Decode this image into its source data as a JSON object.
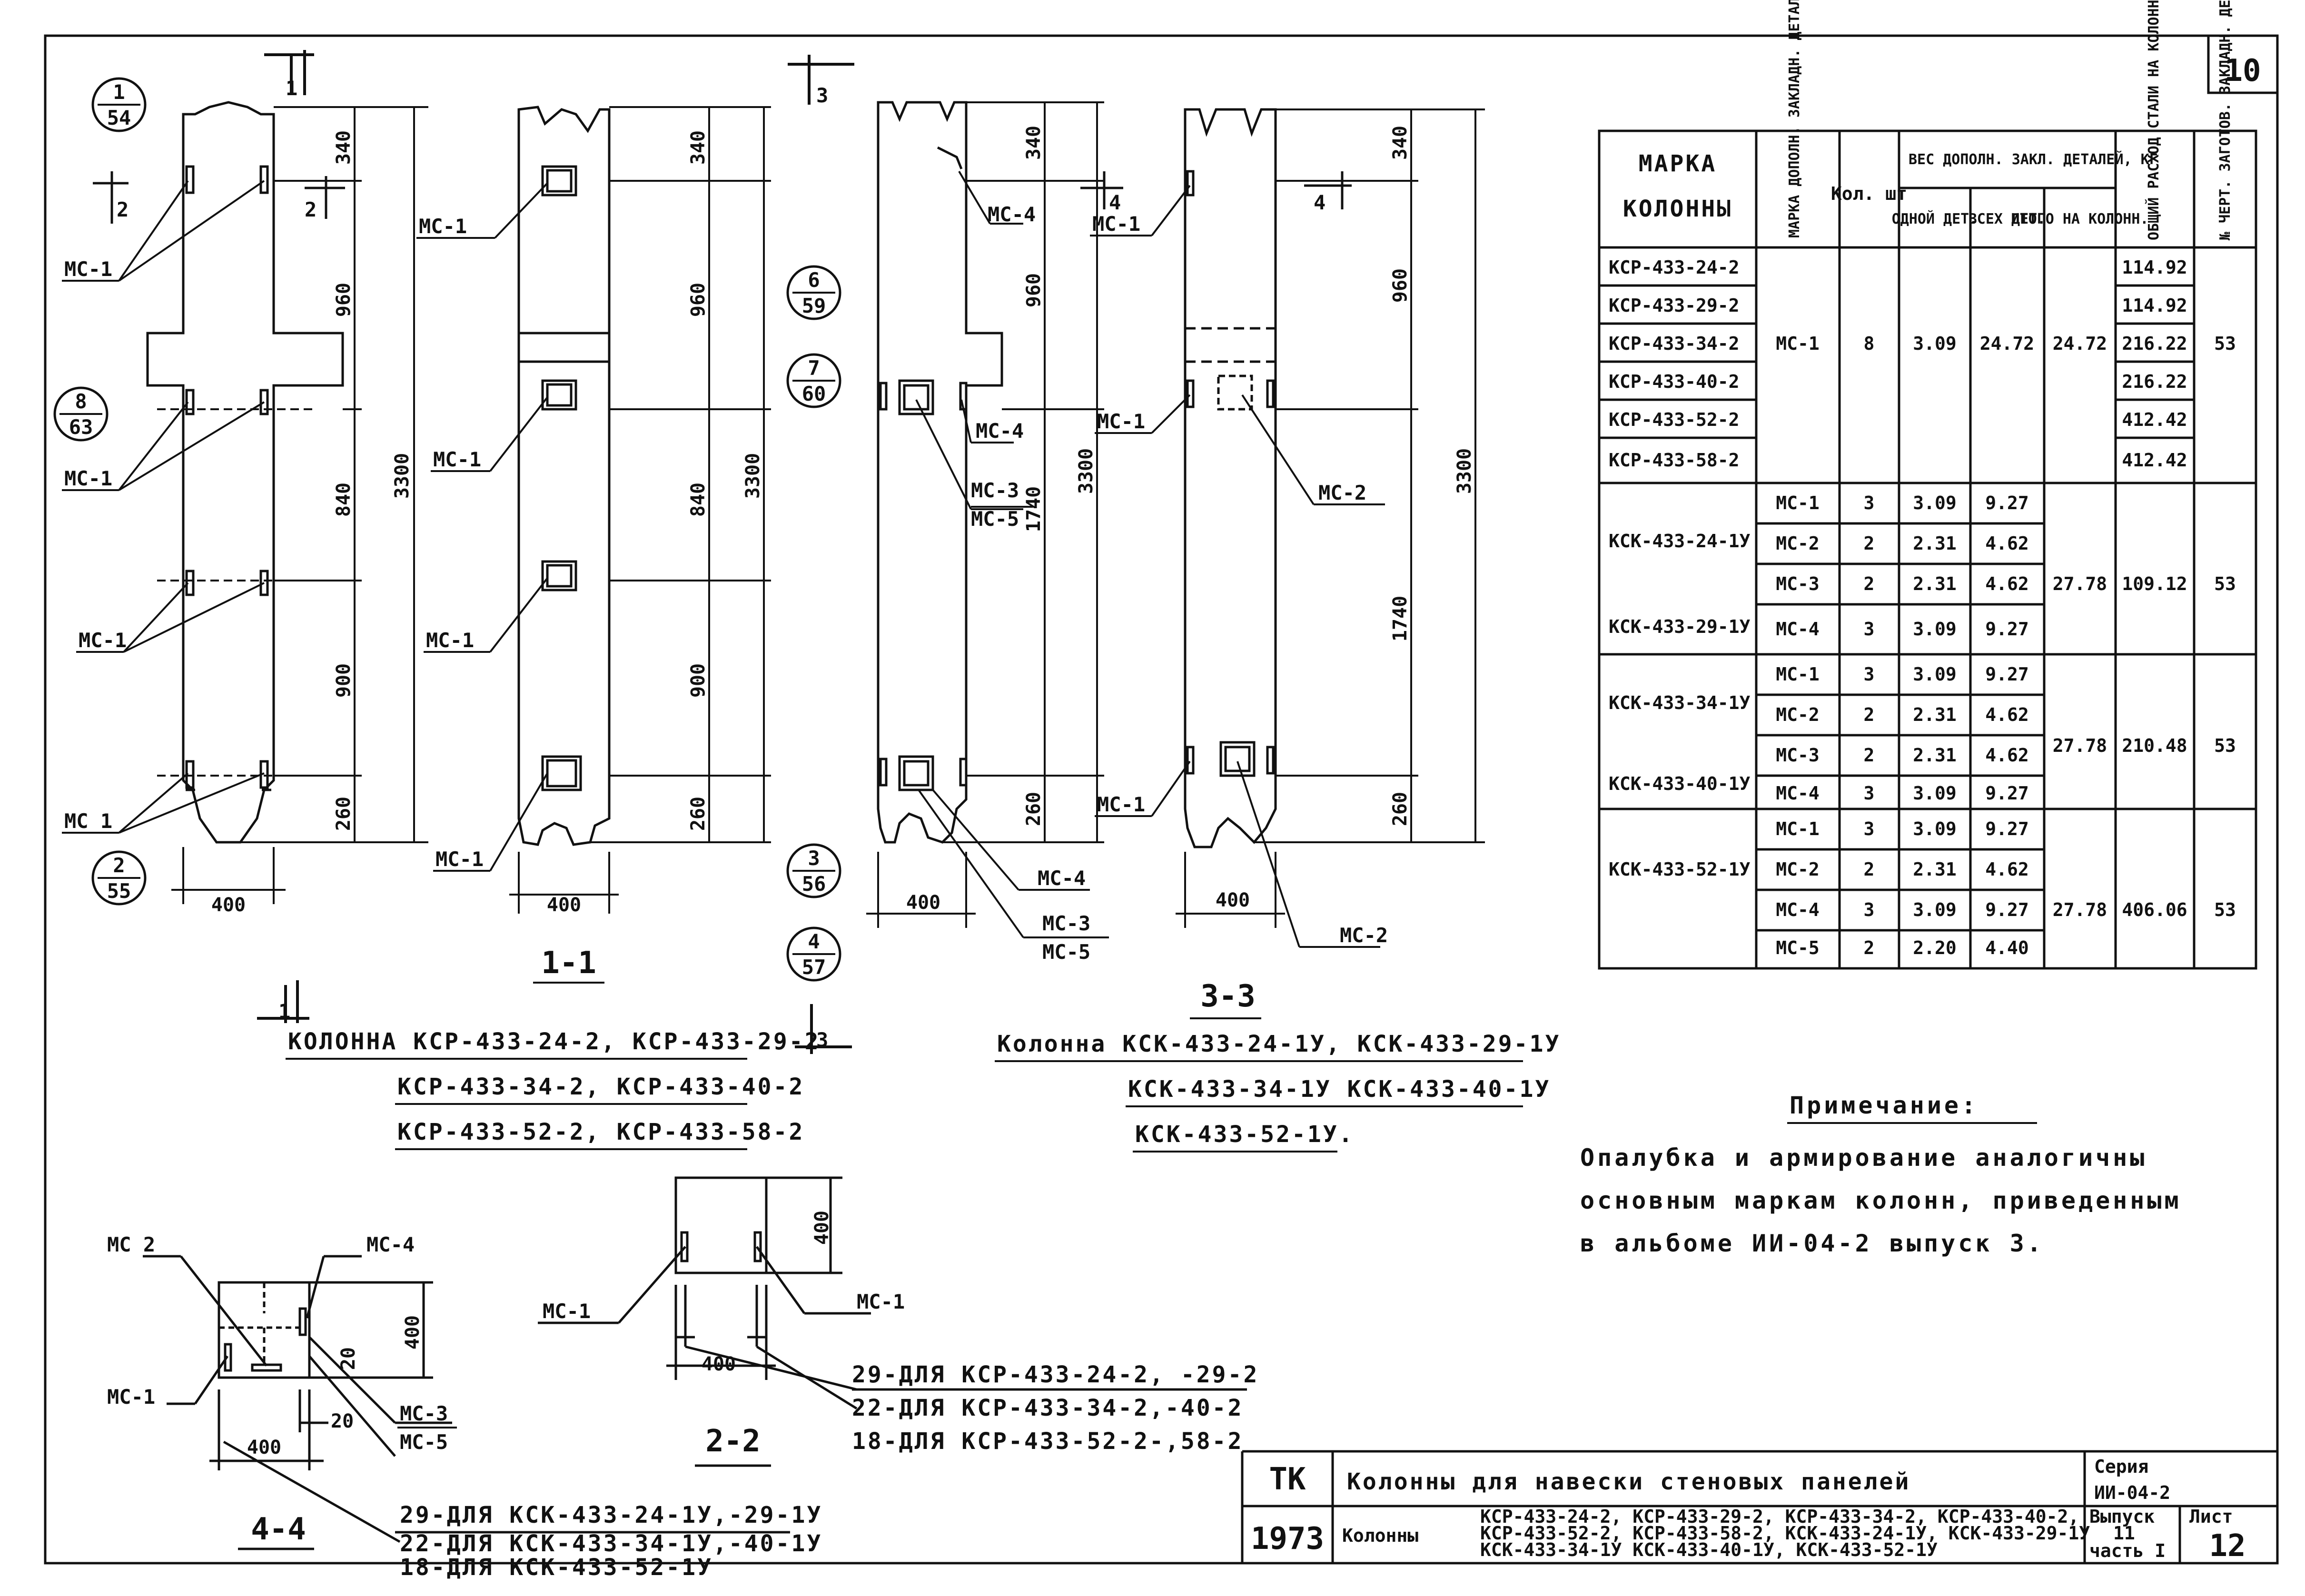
{
  "sheet_number": "10",
  "callouts": {
    "c1": {
      "top": "1",
      "bottom": "54"
    },
    "c2": {
      "top": "8",
      "bottom": "63"
    },
    "c3": {
      "top": "2",
      "bottom": "55"
    },
    "c4": {
      "top": "6",
      "bottom": "59"
    },
    "c5": {
      "top": "7",
      "bottom": "60"
    },
    "c6": {
      "top": "3",
      "bottom": "56"
    },
    "c7": {
      "top": "4",
      "bottom": "57"
    }
  },
  "marks": {
    "mc1": "МС-1",
    "mc1_alt": "МС 1",
    "mc2": "МС-2",
    "mc2_alt": "МС 2",
    "mc3": "МС-3",
    "mc4": "МС-4",
    "mc5": "МС-5"
  },
  "section_marks": {
    "s1": "1",
    "s2": "2",
    "s3": "3",
    "s4": "4"
  },
  "dims": {
    "d340": "340",
    "d960": "960",
    "d840": "840",
    "d900": "900",
    "d260": "260",
    "d1740": "1740",
    "d3300": "3300",
    "d400": "400",
    "d20": "20"
  },
  "section_titles": {
    "s11": "1-1",
    "s22": "2-2",
    "s33": "3-3",
    "s44": "4-4"
  },
  "captions": {
    "c1_line1": "КОЛОННА КСР-433-24-2, КСР-433-29-2",
    "c1_line2": "КСР-433-34-2, КСР-433-40-2",
    "c1_line3": "КСР-433-52-2, КСР-433-58-2",
    "c3_line1": "Колонна КСК-433-24-1У, КСК-433-29-1У",
    "c3_line2": "КСК-433-34-1У КСК-433-40-1У",
    "c3_line3": "КСК-433-52-1У."
  },
  "notes_22": {
    "l1": "29-ДЛЯ КСР-433-24-2, -29-2",
    "l2": "22-ДЛЯ КСР-433-34-2,-40-2",
    "l3": "18-ДЛЯ КСР-433-52-2-,58-2"
  },
  "notes_44": {
    "l1": "29-ДЛЯ КСК-433-24-1У,-29-1У",
    "l2": "22-ДЛЯ КСК-433-34-1У,-40-1У",
    "l3": "18-ДЛЯ КСК-433-52-1У"
  },
  "table": {
    "headers": {
      "mark_line1": "МАРКА",
      "mark_line2": "КОЛОННЫ",
      "addl_part": "МАРКА ДОПОЛН. ЗАКЛАДН. ДЕТАЛИ",
      "qty": "Кол. шт",
      "weight_group": "ВЕС ДОПОЛН. ЗАКЛ. ДЕТАЛЕЙ, КГ",
      "one_part": "ОДНОЙ ДЕТ.",
      "all_parts": "ВСЕХ ДЕТ.",
      "total_col": "ИТОГО НА КОЛОНН.",
      "steel_use": "ОБЩИЙ РАСХОД СТАЛИ НА КОЛОННУ",
      "drawing_no": "№ ЧЕРТ. ЗАГОТОВ. ЗАКЛАДН. ДЕТАЛИ"
    },
    "group1": {
      "columns": [
        "КСР-433-24-2",
        "КСР-433-29-2",
        "КСР-433-34-2",
        "КСР-433-40-2",
        "КСР-433-52-2",
        "КСР-433-58-2"
      ],
      "part": "МС-1",
      "qty": "8",
      "one": "3.09",
      "all": "24.72",
      "total": "24.72",
      "steel": [
        "114.92",
        "114.92",
        "216.22",
        "216.22",
        "412.42",
        "412.42"
      ],
      "drawing": "53"
    },
    "group2": {
      "col_a": "КСК-433-24-1У",
      "col_b": "КСК-433-29-1У",
      "rows": [
        {
          "part": "МС-1",
          "qty": "3",
          "one": "3.09",
          "all": "9.27"
        },
        {
          "part": "МС-2",
          "qty": "2",
          "one": "2.31",
          "all": "4.62"
        },
        {
          "part": "МС-3",
          "qty": "2",
          "one": "2.31",
          "all": "4.62"
        },
        {
          "part": "МС-4",
          "qty": "3",
          "one": "3.09",
          "all": "9.27"
        }
      ],
      "total": "27.78",
      "steel": "109.12",
      "drawing": "53"
    },
    "group3": {
      "col_a": "КСК-433-34-1У",
      "col_b": "КСК-433-40-1У",
      "rows": [
        {
          "part": "МС-1",
          "qty": "3",
          "one": "3.09",
          "all": "9.27"
        },
        {
          "part": "МС-2",
          "qty": "2",
          "one": "2.31",
          "all": "4.62"
        },
        {
          "part": "МС-3",
          "qty": "2",
          "one": "2.31",
          "all": "4.62"
        },
        {
          "part": "МС-4",
          "qty": "3",
          "one": "3.09",
          "all": "9.27"
        }
      ],
      "total": "27.78",
      "steel": "210.48",
      "drawing": "53"
    },
    "group4": {
      "col_a": "КСК-433-52-1У",
      "rows": [
        {
          "part": "МС-1",
          "qty": "3",
          "one": "3.09",
          "all": "9.27"
        },
        {
          "part": "МС-2",
          "qty": "2",
          "one": "2.31",
          "all": "4.62"
        },
        {
          "part": "МС-4",
          "qty": "3",
          "one": "3.09",
          "all": "9.27"
        },
        {
          "part": "МС-5",
          "qty": "2",
          "one": "2.20",
          "all": "4.40"
        }
      ],
      "total": "27.78",
      "steel": "406.06",
      "drawing": "53"
    }
  },
  "note": {
    "title": "Примечание:",
    "l1": "Опалубка и армирование аналогичны",
    "l2": "основным маркам колонн, приведенным",
    "l3": "в альбоме ИИ-04-2 выпуск 3."
  },
  "stamp": {
    "tk": "ТК",
    "year": "1973",
    "title": "Колонны для навески стеновых панелей",
    "series_label": "Серия",
    "series": "ИИ-04-2",
    "name": "Колонны",
    "marks_l1": "КСР-433-24-2, КСР-433-29-2, КСР-433-34-2, КСР-433-40-2,",
    "marks_l2": "КСР-433-52-2, КСР-433-58-2, КСК-433-24-1У, КСК-433-29-1У",
    "marks_l3": "КСК-433-34-1У КСК-433-40-1У, КСК-433-52-1У",
    "issue_label": "Выпуск",
    "issue": "11",
    "part": "часть I",
    "sheet_label": "Лист",
    "sheet": "12"
  }
}
